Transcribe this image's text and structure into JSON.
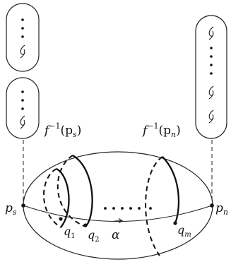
{
  "labels": {
    "p_s": "p",
    "p_s_sub": "s",
    "p_n": "p",
    "p_n_sub": "n",
    "f_ps_prefix": "f",
    "f_ps_sup": "−1",
    "f_ps_open": "(p",
    "f_ps_sub": "s",
    "f_ps_close": ")",
    "f_pn_prefix": "f",
    "f_pn_sup": "−1",
    "f_pn_open": "(p",
    "f_pn_sub": "n",
    "f_pn_close": ")",
    "q1": "q",
    "q1_sub": "1",
    "q2": "q",
    "q2_sub": "2",
    "qm": "q",
    "qm_sub": "m",
    "alpha": "α"
  },
  "colors": {
    "stroke": "#111111",
    "background": "#ffffff"
  }
}
